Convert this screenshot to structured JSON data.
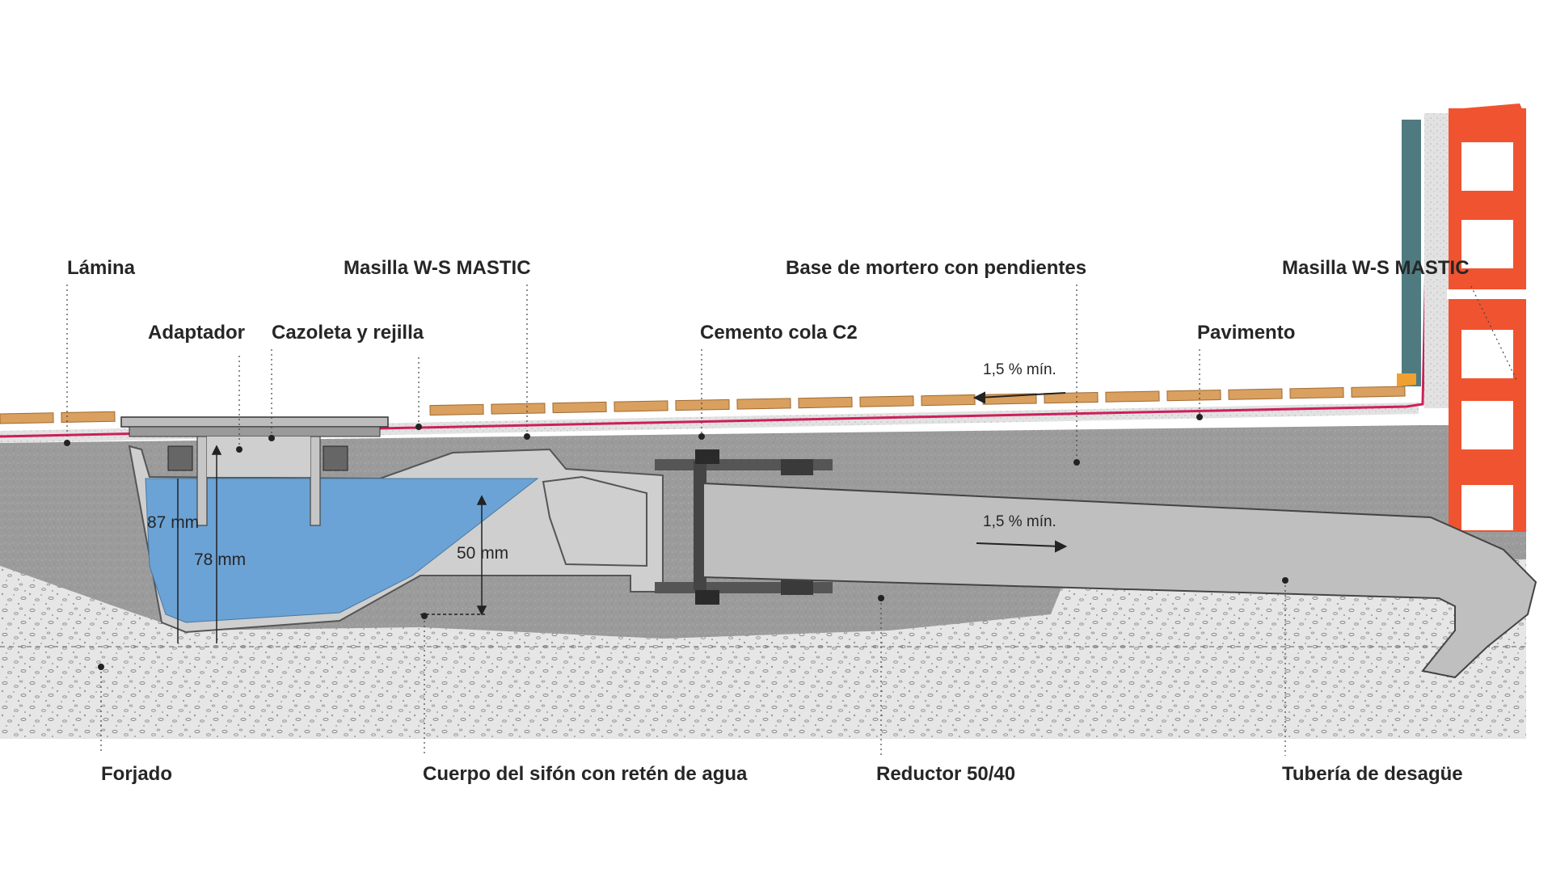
{
  "labels": {
    "lamina": "Lámina",
    "masilla_left": "Masilla W-S MASTIC",
    "base_mortero": "Base de mortero con pendientes",
    "masilla_right": "Masilla W-S MASTIC",
    "adaptador": "Adaptador",
    "cazoleta": "Cazoleta y rejilla",
    "cemento_cola": "Cemento cola C2",
    "pavimento": "Pavimento",
    "forjado": "Forjado",
    "cuerpo_sifon": "Cuerpo del sifón con retén de agua",
    "reductor": "Reductor 50/40",
    "tuberia": "Tubería de desagüe"
  },
  "dimensions": {
    "d87": "87 mm",
    "d78": "78 mm",
    "d50": "50 mm"
  },
  "slopes": {
    "surface": "1,5 % mín.",
    "pipe": "1,5 % mín."
  },
  "colors": {
    "water": "#6ba3d6",
    "brick": "#f0532f",
    "membrane": "#cc1f5a",
    "tile": "#d9a05f",
    "mortar": "#9a9a9a",
    "slab": "#e4e4e4",
    "plastic": "#d0d0d0"
  }
}
